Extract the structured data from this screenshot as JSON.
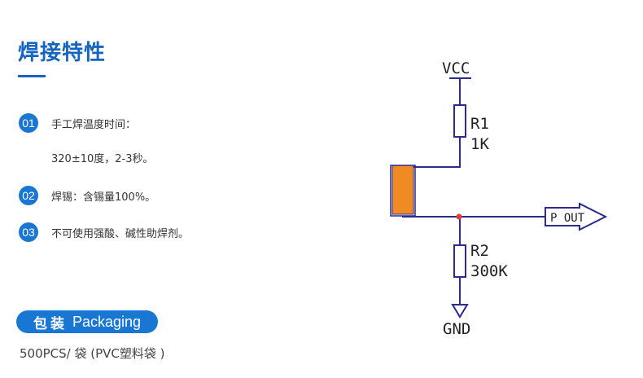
{
  "section": {
    "title": "焊接特性",
    "items": [
      {
        "num": "01",
        "text": "手工焊温度时间：",
        "subtext": "320±10度，2-3秒。"
      },
      {
        "num": "02",
        "text": "焊锡：含锡量100%。"
      },
      {
        "num": "03",
        "text": "不可使用强酸、碱性助焊剂。"
      }
    ]
  },
  "packaging": {
    "title_cn": "包装",
    "title_en": "Packaging",
    "detail": "500PCS/ 袋 (PVC塑料袋 )"
  },
  "circuit": {
    "vcc": "VCC",
    "r1_name": "R1",
    "r1_value": "1K",
    "r2_name": "R2",
    "r2_value": "300K",
    "output": "P OUT",
    "ground": "GND",
    "colors": {
      "wire": "#2b2b8f",
      "sensor": "#f08a24",
      "junction": "#e53935"
    }
  }
}
